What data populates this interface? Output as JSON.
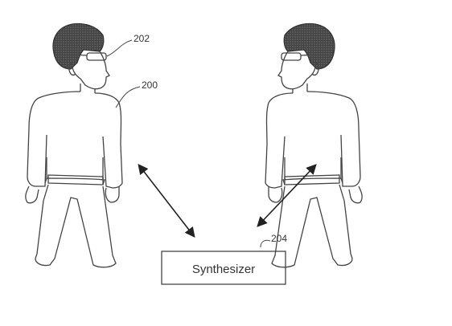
{
  "figure": {
    "labels": {
      "glasses_ref": "202",
      "person_ref": "200",
      "synth_ref": "204"
    },
    "synth_box_label": "Synthesizer"
  },
  "colors": {
    "ink": "#333333",
    "hair": "#2a2a2a",
    "background": "#ffffff"
  },
  "icons": {
    "left_person": "person-with-glasses-icon",
    "right_person": "person-with-glasses-icon",
    "arrows": "double-headed-arrow-icon"
  }
}
